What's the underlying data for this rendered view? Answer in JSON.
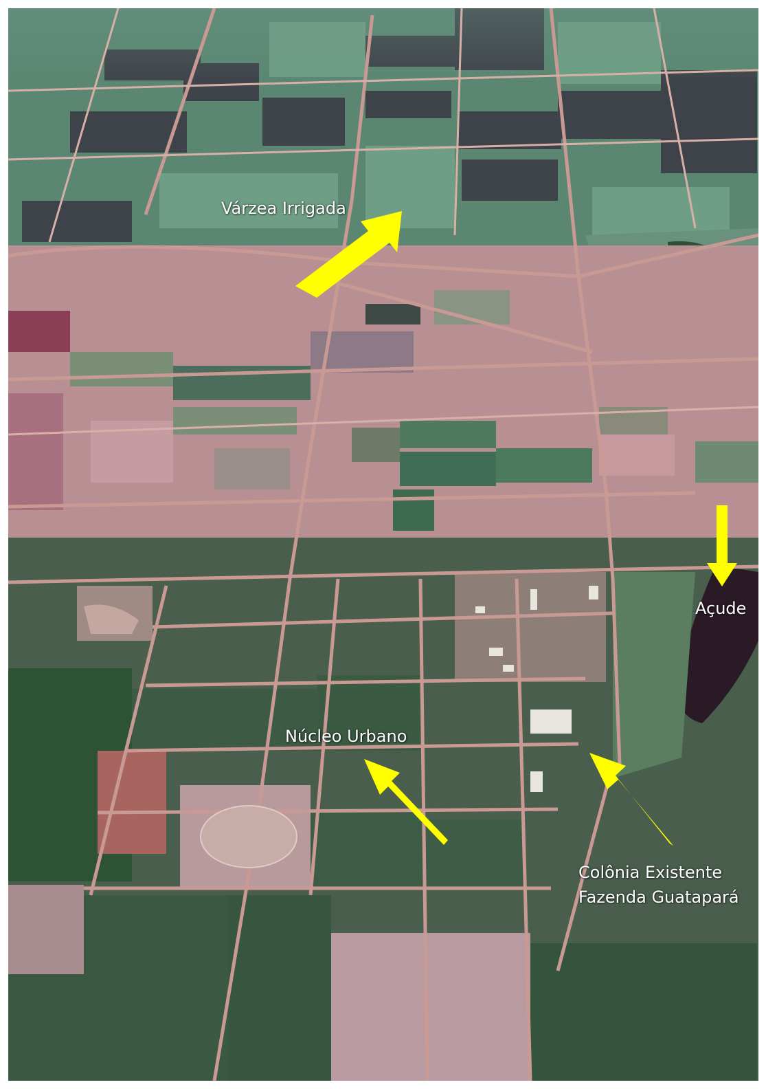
{
  "photo": {
    "subject": "aerial-farmland",
    "colors": {
      "field_green": "#4f7a62",
      "field_dark": "#3d3e46",
      "soil_pink": "#b88a90",
      "forest": "#345a3c",
      "road": "#c89a94",
      "water": "#2a1a26",
      "arrow": "#ffff00",
      "label": "#ffffff"
    }
  },
  "labels": {
    "varzea": "Várzea Irrigada",
    "nucleo": "Núcleo Urbano",
    "acude": "Açude",
    "colonia_line1": "Colônia Existente",
    "colonia_line2": "Fazenda Guatapará"
  },
  "arrows": [
    {
      "name": "varzea-arrow",
      "direction": "up-right"
    },
    {
      "name": "acude-arrow",
      "direction": "down"
    },
    {
      "name": "nucleo-arrow",
      "direction": "up-left"
    },
    {
      "name": "colonia-arrow",
      "direction": "up-left"
    }
  ]
}
